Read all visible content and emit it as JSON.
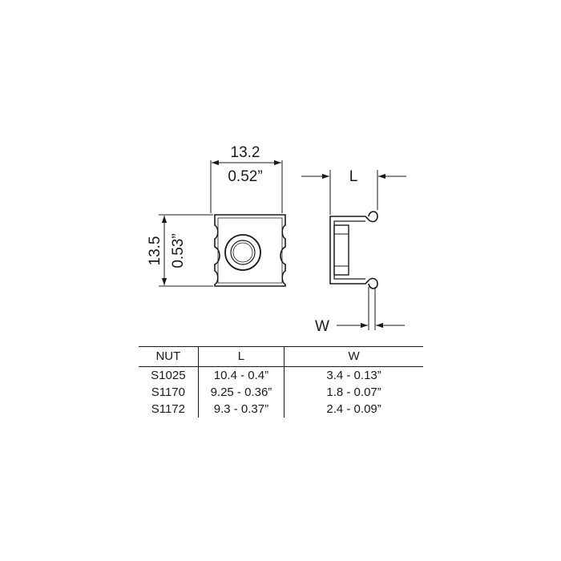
{
  "front_view": {
    "width_mm": "13.2",
    "width_in": "0.52”",
    "height_mm": "13.5",
    "height_in": "0.53”"
  },
  "side_view": {
    "l_label": "L",
    "w_label": "W"
  },
  "table": {
    "headers": [
      "NUT",
      "L",
      "W"
    ],
    "rows": [
      [
        "S1025",
        "10.4 - 0.4”",
        "3.4 - 0.13”"
      ],
      [
        "S1170",
        "9.25 - 0.36”",
        "1.8 - 0.07”"
      ],
      [
        "S1172",
        "9.3 - 0.37”",
        "2.4 - 0.09”"
      ]
    ]
  }
}
